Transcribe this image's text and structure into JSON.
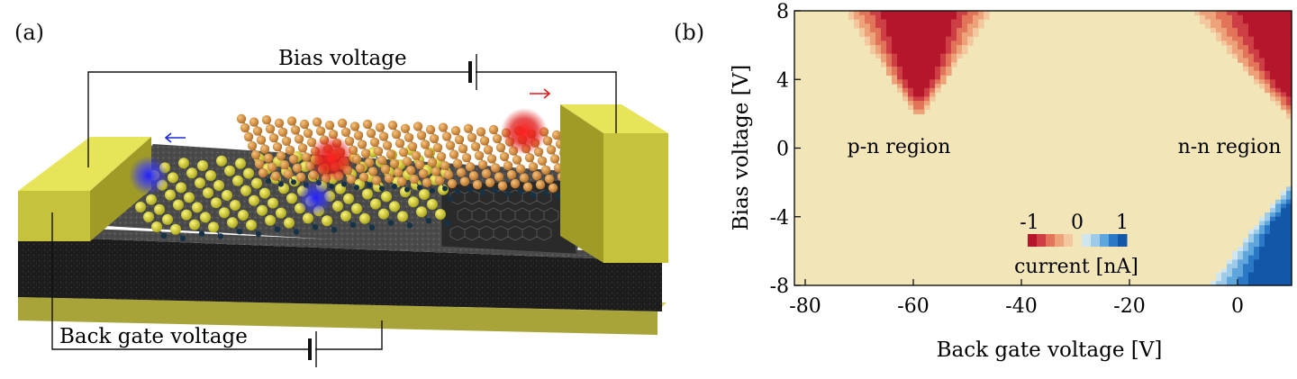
{
  "panel_a": {
    "label": "(a)",
    "bias_label": "Bias voltage",
    "gate_label": "Back gate voltage"
  },
  "panel_b": {
    "label": "(b)",
    "chart_data": {
      "type": "heatmap",
      "xlabel": "Back gate voltage [V]",
      "ylabel": "Bias voltage [V]",
      "xlim": [
        -82,
        10
      ],
      "ylim": [
        -8,
        8
      ],
      "xticks": [
        -80,
        -60,
        -40,
        -20,
        0
      ],
      "yticks": [
        -8,
        -4,
        0,
        4,
        8
      ],
      "tick_labels_x": [
        "-80",
        "-60",
        "-40",
        "-20",
        "0"
      ],
      "tick_labels_y": [
        "-8",
        "-4",
        "0",
        "4",
        "8"
      ],
      "annotations": [
        "p-n region",
        "n-n region"
      ],
      "colorbar": {
        "label": "current [nA]",
        "ticks": [
          "-1",
          "0",
          "1"
        ],
        "range": [
          -1,
          1
        ]
      },
      "features": [
        {
          "region": "p-n region",
          "center_x": -59,
          "min_bias": 2,
          "max_bias": 8,
          "current_min": -1
        },
        {
          "region": "n-n region",
          "center_x": 10,
          "min_bias": 2,
          "max_bias": 8,
          "current_min": -1
        },
        {
          "region": "negative bias",
          "center_x": 10,
          "min_bias": -8,
          "max_bias": -2,
          "current_max": 1
        }
      ]
    }
  },
  "colors": {
    "background_map": "#f2e6b8",
    "gold": "#c9c44a",
    "substrate": "#1a1a1a",
    "red": "#b5162c",
    "blue": "#1f64b5"
  }
}
